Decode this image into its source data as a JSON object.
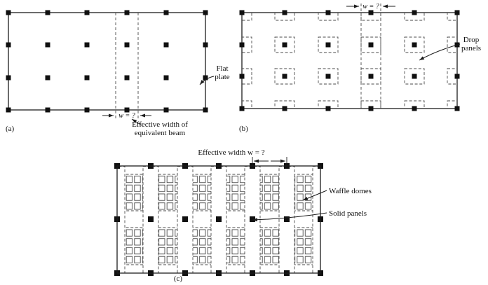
{
  "panel_a": {
    "caption": "(a)",
    "w_label": "w = ?",
    "effective_width_line1": "Effective width of",
    "effective_width_line2": "equivalent beam",
    "flat_plate_line1": "Flat",
    "flat_plate_line2": "plate"
  },
  "panel_b": {
    "caption": "(b)",
    "w_label": "w = ?",
    "drop_panels_line1": "Drop",
    "drop_panels_line2": "panels"
  },
  "panel_c": {
    "caption": "(c)",
    "effective_width_label": "Effective width w = ?",
    "waffle_domes_label": "Waffle domes",
    "solid_panels_label": "Solid panels"
  },
  "colors": {
    "ink": "#1c1c1c",
    "dashed_line": "#4a4a4a",
    "background": "#ffffff"
  }
}
